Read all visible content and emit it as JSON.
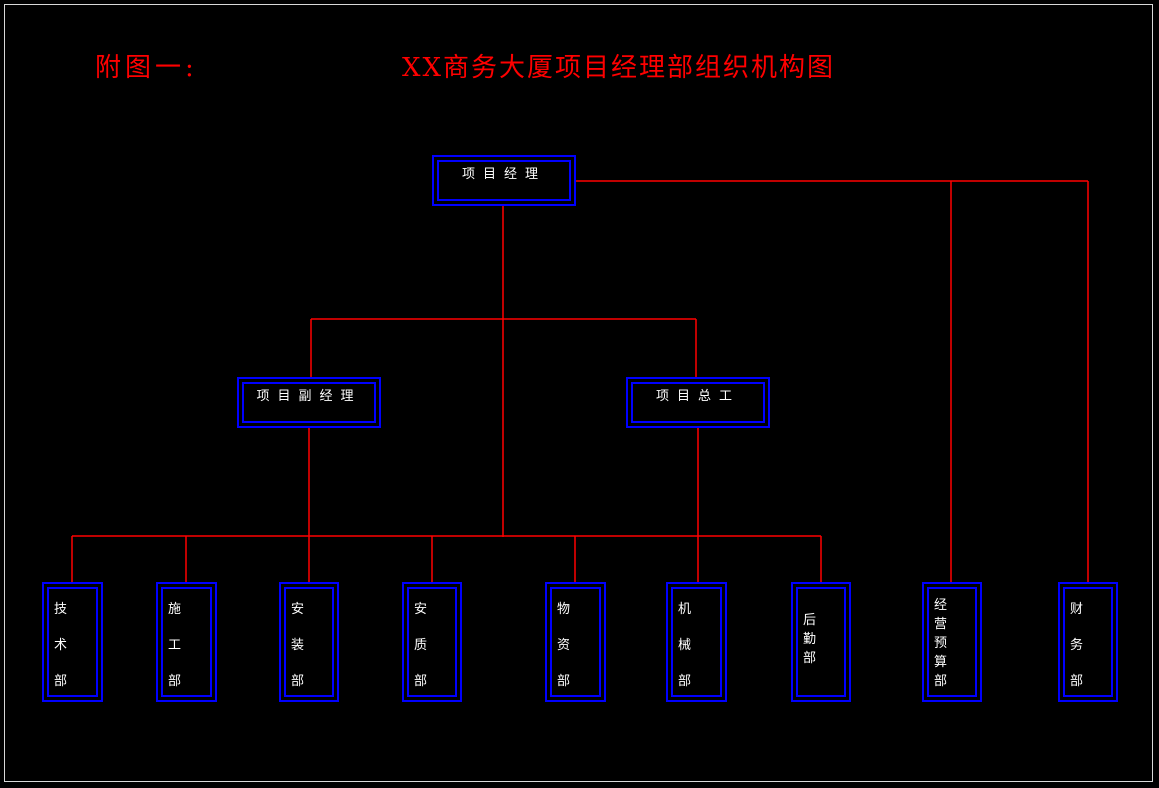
{
  "title": {
    "figure_label": "附图一:",
    "main": "XX商务大厦项目经理部组织机构图"
  },
  "colors": {
    "background": "#000000",
    "connector": "#ff0000",
    "box_border": "#0000ff",
    "title_text": "#ff0000",
    "box_text": "#ffffff"
  },
  "nodes": {
    "manager": {
      "label": "项目经理"
    },
    "deputy_manager": {
      "label": "项目副经理"
    },
    "chief_engineer": {
      "label": "项目总工"
    },
    "departments": [
      {
        "id": "tech",
        "chars": [
          "技",
          "术",
          "部"
        ]
      },
      {
        "id": "construction",
        "chars": [
          "施",
          "工",
          "部"
        ]
      },
      {
        "id": "installation",
        "chars": [
          "安",
          "装",
          "部"
        ]
      },
      {
        "id": "safety-quality",
        "chars": [
          "安",
          "质",
          "部"
        ]
      },
      {
        "id": "materials",
        "chars": [
          "物",
          "资",
          "部"
        ]
      },
      {
        "id": "machinery",
        "chars": [
          "机",
          "械",
          "部"
        ]
      },
      {
        "id": "logistics",
        "chars": [
          "后",
          "勤",
          "部"
        ]
      },
      {
        "id": "budget",
        "chars": [
          "经",
          "营",
          "预",
          "算",
          "部"
        ]
      },
      {
        "id": "finance",
        "chars": [
          "财",
          "务",
          "部"
        ]
      }
    ]
  }
}
